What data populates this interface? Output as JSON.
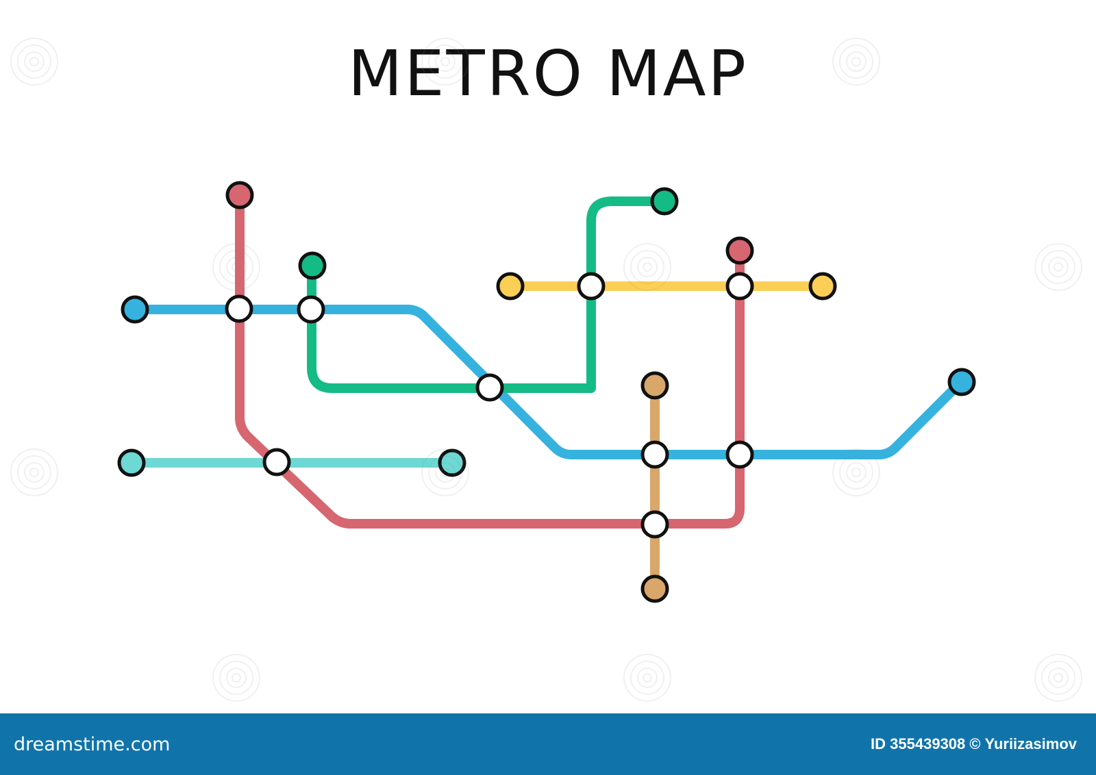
{
  "title": "METRO MAP",
  "colors": {
    "red": "#d66670",
    "blue": "#36b2de",
    "green": "#15bb85",
    "yellow": "#fbcf56",
    "tan": "#d9a76a",
    "teal": "#6dd8d4",
    "station_outline": "#111111",
    "transfer_fill": "#ffffff",
    "footer_bg": "#1074aa"
  },
  "lines": [
    {
      "id": "red",
      "color_key": "red"
    },
    {
      "id": "blue",
      "color_key": "blue"
    },
    {
      "id": "green",
      "color_key": "green"
    },
    {
      "id": "yellow",
      "color_key": "yellow"
    },
    {
      "id": "tan",
      "color_key": "tan"
    },
    {
      "id": "teal",
      "color_key": "teal"
    }
  ],
  "watermark_icon": "dreamstime-spiral-icon",
  "footer": {
    "brand": "dreamstime.com",
    "id_label": "ID 355439308",
    "copyright_symbol": "©",
    "author": "Yuriizasimov"
  }
}
